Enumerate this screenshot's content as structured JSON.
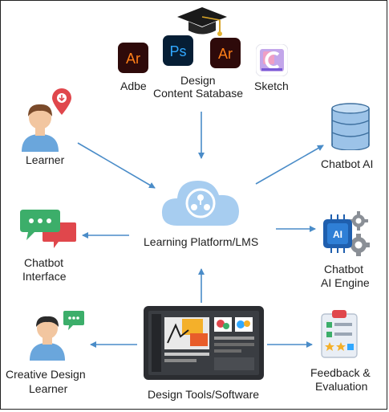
{
  "nodes": {
    "top": {
      "app1": "Ar",
      "app2": "Ps",
      "app3": "Ar",
      "label_adobe": "Adbe",
      "label_design_line1": "Design",
      "label_design_line2": "Content Satabase",
      "label_sketch": "Sketch"
    },
    "learner": {
      "label": "Learner"
    },
    "chatbot_ai": {
      "label": "Chatbot AI"
    },
    "platform": {
      "label": "Learning Platform/LMS"
    },
    "chatbot_interface": {
      "label_line1": "Chatbot",
      "label_line2": "Interface"
    },
    "chatbot_engine": {
      "label_line1": "Chatbot",
      "label_line2": "AI Engine",
      "chip_text": "AI"
    },
    "creative_learner": {
      "label_line1": "Creative Design",
      "label_line2": "Learner"
    },
    "design_tools": {
      "label": "Design Tools/Software"
    },
    "feedback": {
      "label_line1": "Feedback &",
      "label_line2": "Evaluation"
    }
  },
  "colors": {
    "arrow": "#4a8cc8",
    "illustrator_bg": "#2e0a0a",
    "illustrator_fg": "#ff7f18",
    "photoshop_bg": "#061e35",
    "photoshop_fg": "#31a8ff",
    "cloud": "#a7cdf0",
    "database": "#9cc3e8",
    "chat_green": "#3cae6a",
    "chat_red": "#e0474c",
    "skin": "#f2c6a0",
    "shirt": "#6aa6dc"
  }
}
